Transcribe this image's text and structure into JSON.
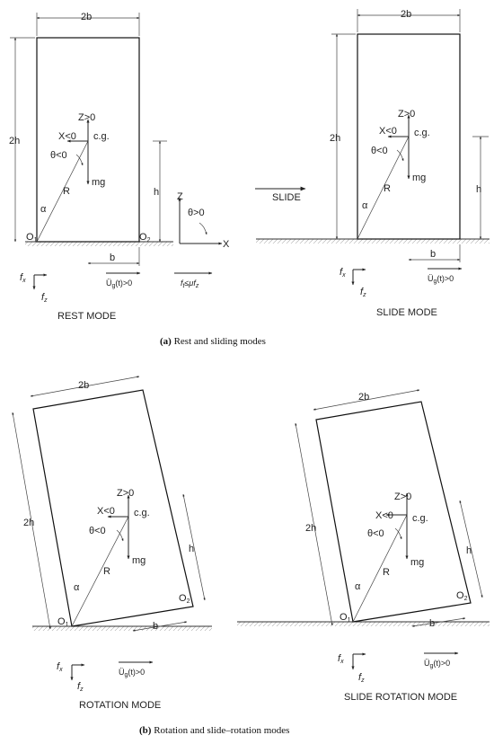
{
  "labels": {
    "width": "2b",
    "height": "2h",
    "half_height": "h",
    "half_width": "b",
    "radius": "R",
    "alpha": "α",
    "cg": "c.g.",
    "z_pos": "Z>0",
    "x_neg": "X<0",
    "theta_neg": "θ<0",
    "theta_pos": "θ>0",
    "mg": "mg",
    "o1": "O",
    "o1_sub": "1",
    "o2": "O",
    "o2_sub": "2",
    "axis_z": "Z",
    "axis_x": "X",
    "fx": "f",
    "fx_sub": "x",
    "fz": "f",
    "fz_sub": "z",
    "ground_accel": "Ü",
    "ground_accel_sub": "g",
    "ground_accel_tail": "(t)>0",
    "friction": "f",
    "friction_sub": "t",
    "friction_tail": "≤μf",
    "friction_tail_sub": "z",
    "slide_arrow": "SLIDE"
  },
  "panels": {
    "rest": "REST MODE",
    "slide": "SLIDE MODE",
    "rotation": "ROTATION MODE",
    "slide_rotation": "SLIDE ROTATION MODE"
  },
  "captions": {
    "a_letter": "(a)",
    "a_text": " Rest and sliding modes",
    "b_letter": "(b)",
    "b_text": " Rotation and slide–rotation modes"
  }
}
